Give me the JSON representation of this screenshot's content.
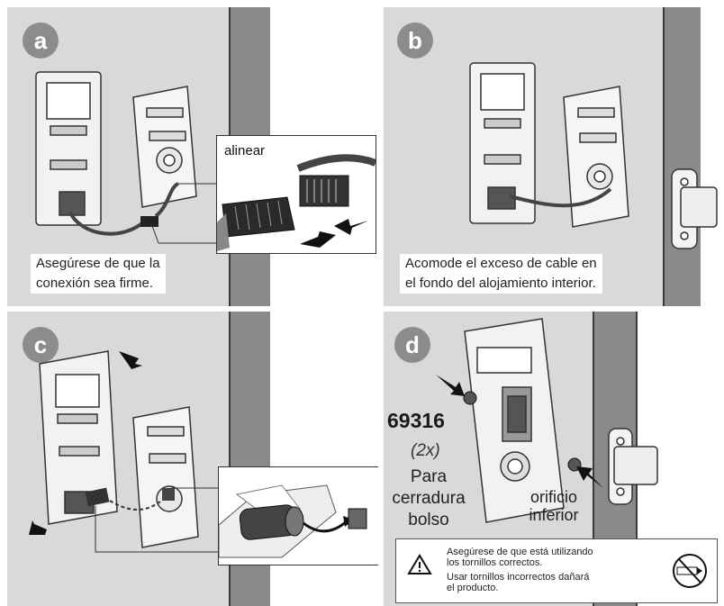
{
  "steps": {
    "a": {
      "badge": "a",
      "inset_label": "alinear",
      "caption_line1": "Asegúrese de que la",
      "caption_line2": "conexión sea firme."
    },
    "b": {
      "badge": "b",
      "caption_line1": "Acomode el exceso de cable en",
      "caption_line2": "el fondo del alojamiento interior."
    },
    "c": {
      "badge": "c"
    },
    "d": {
      "badge": "d",
      "part_number": "69316",
      "quantity": "(2x)",
      "use_line1": "Para",
      "use_line2": "cerradura",
      "use_line3": "bolso",
      "hole_label_line1": "orificio",
      "hole_label_line2": "inferior"
    }
  },
  "warning": {
    "icon": "warning-triangle-icon",
    "line1": "Asegúrese de que está utilizando",
    "line2": "los tornillos correctos.",
    "line3": "Usar tornillos incorrectos dañará",
    "line4": "el producto.",
    "prohibited_icon": "no-screw-icon"
  },
  "colors": {
    "panel_bg": "#d9d9d9",
    "badge": "#8c8c8c",
    "wall": "#8a8a8a"
  }
}
